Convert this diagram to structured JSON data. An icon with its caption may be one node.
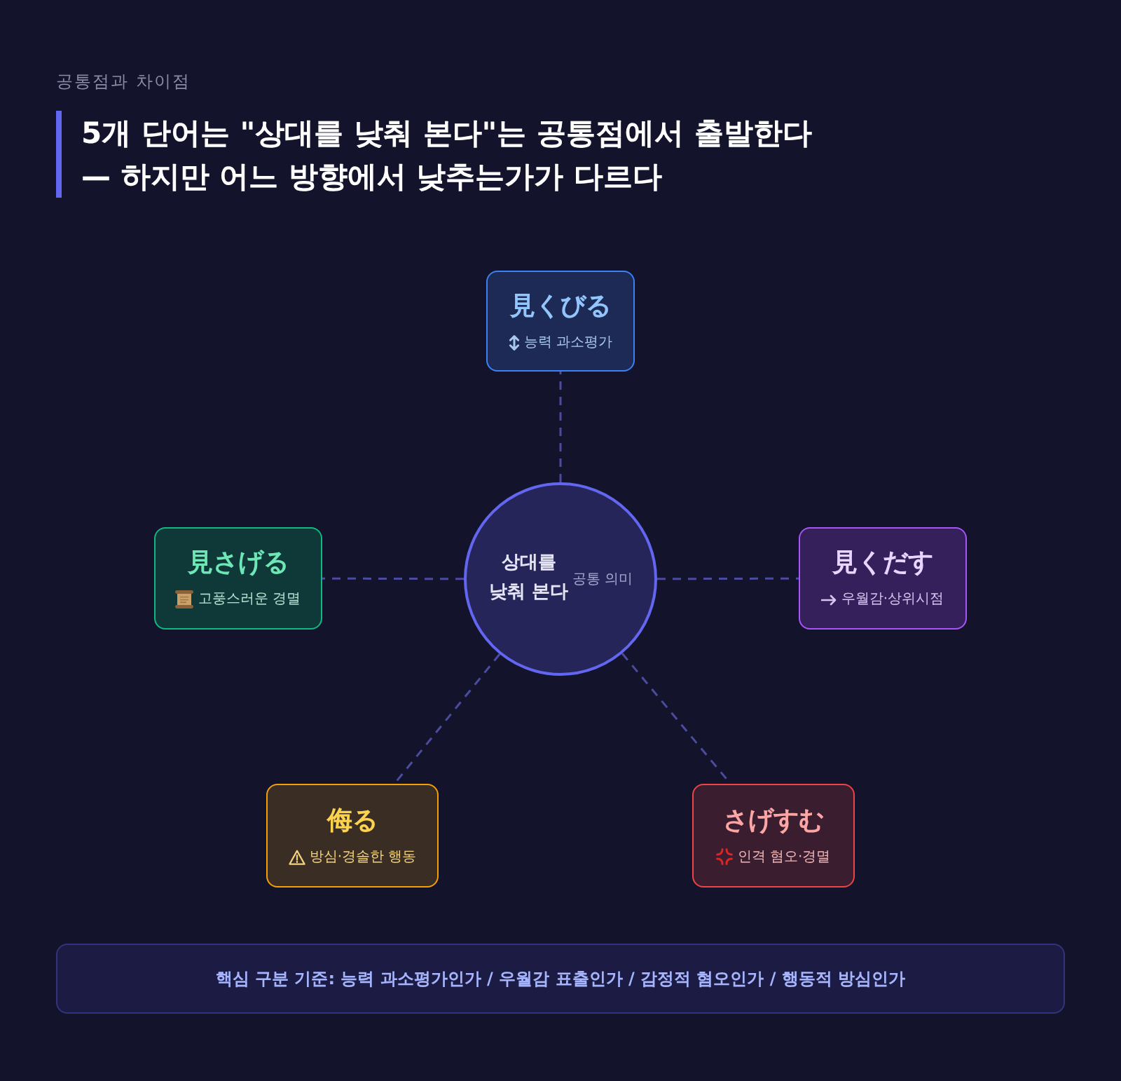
{
  "diagram": {
    "title": "5개 단어는 \"상대를 낮춰 본다\"는 공통점에서 출발한다 — 하지만 어느 방향에서 낮추는가가 다르다",
    "nodes": [
      {
        "text": [
          "見くびる",
          "능력 과소평가"
        ]
      },
      {
        "text": [
          "見さげる",
          "고풍스러운 경멸"
        ]
      },
      {
        "text": [
          "상대를 낮춰 본다",
          "공통 의미"
        ]
      },
      {
        "text": [
          "見くだす",
          "우월감·상위시점"
        ]
      },
      {
        "text": [
          "侮る",
          "방심·경솔한 행동"
        ]
      },
      {
        "text": [
          "さげすむ",
          "인격 혐오·경멸"
        ]
      },
      {
        "text": [
          "핵심 구분 기준: 능력 과소평가인가 / 우월감 표출인가 / 감정적 혐오인가 / 행동적 방심인가"
        ]
      }
    ],
    "edges": [
      {
        "from": 2,
        "to": 0,
        "arrow": "none",
        "style": "dashed"
      },
      {
        "from": 2,
        "to": 1,
        "arrow": "none",
        "style": "dashed"
      },
      {
        "from": 2,
        "to": 3,
        "arrow": "none",
        "style": "dashed"
      },
      {
        "from": 2,
        "to": 4,
        "arrow": "none",
        "style": "dashed"
      },
      {
        "from": 2,
        "to": 5,
        "arrow": "none",
        "style": "dashed"
      }
    ],
    "labels": [
      "공통점과 차이점"
    ]
  }
}
